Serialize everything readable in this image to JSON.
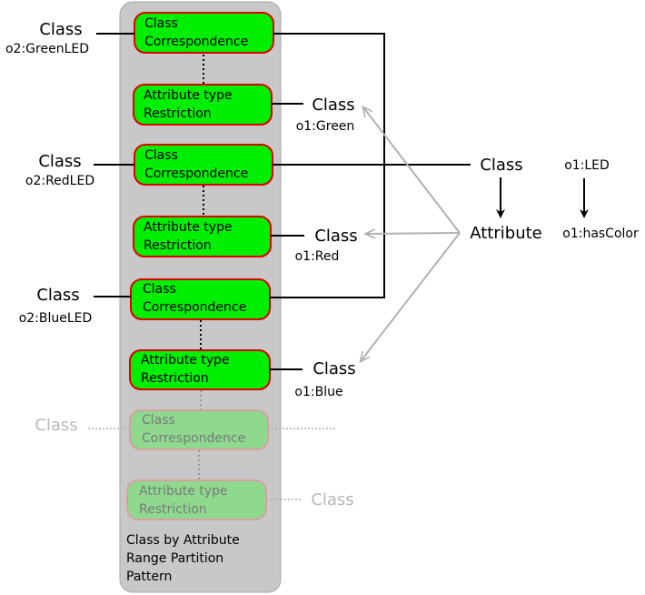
{
  "pattern": {
    "caption": [
      "Class by Attribute",
      "Range Partition",
      "Pattern"
    ]
  },
  "boxes": {
    "class_correspondence": [
      "Class",
      "Correspondence"
    ],
    "attribute_restriction": [
      "Attribute type",
      "Restriction"
    ]
  },
  "left_labels": [
    {
      "word": "Class",
      "name": "o2:GreenLED"
    },
    {
      "word": "Class",
      "name": "o2:RedLED"
    },
    {
      "word": "Class",
      "name": "o2:BlueLED"
    },
    {
      "word": "Class",
      "name": ""
    }
  ],
  "right_labels": [
    {
      "word": "Class",
      "name": "o1:Green"
    },
    {
      "word": "Class",
      "name": "o1:Red"
    },
    {
      "word": "Class",
      "name": "o1:Blue"
    },
    {
      "word": "Class",
      "name": ""
    }
  ],
  "legend": {
    "class_word": "Class",
    "attribute_word": "Attribute",
    "class_name": "o1:LED",
    "attribute_name": "o1:hasColor"
  },
  "colors": {
    "panel": "#c8c8c8",
    "box_fill": "#00ee00",
    "box_border": "#dd0000",
    "faded_fill": "#8ed98e",
    "faded_border": "#d8a0a0",
    "faded_text": "#7a7a7a",
    "faded_label": "#b8b8b8",
    "arrow_gray": "#b0b0b0"
  }
}
